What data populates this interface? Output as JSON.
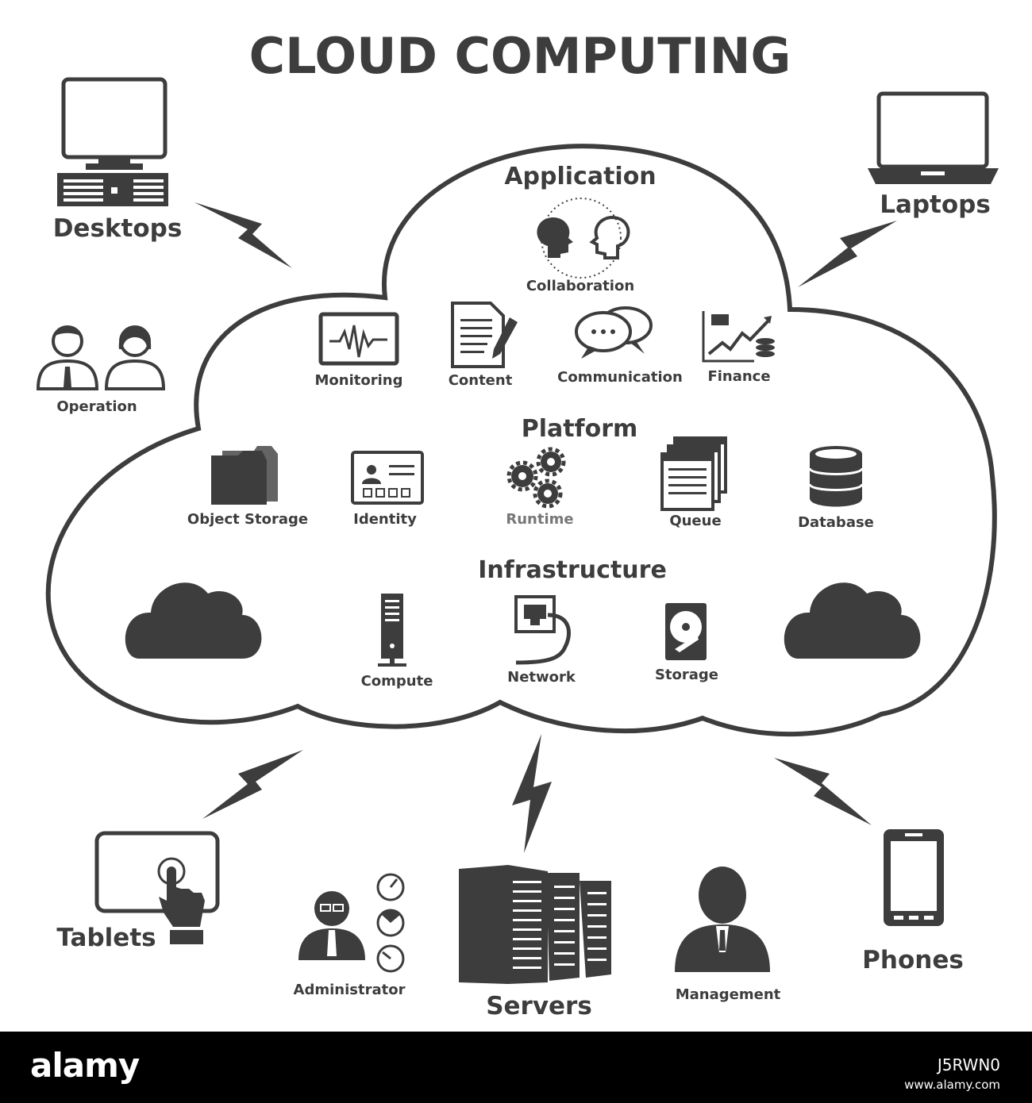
{
  "title": "CLOUD COMPUTING",
  "devices": {
    "desktops": "Desktops",
    "laptops": "Laptops",
    "tablets": "Tablets",
    "phones": "Phones",
    "servers": "Servers"
  },
  "people": {
    "operation": "Operation",
    "administrator": "Administrator",
    "management": "Management"
  },
  "cloud": {
    "application": {
      "heading": "Application",
      "items": [
        "Collaboration",
        "Monitoring",
        "Content",
        "Communication",
        "Finance"
      ]
    },
    "platform": {
      "heading": "Platform",
      "items": [
        "Object Storage",
        "Identity",
        "Runtime",
        "Queue",
        "Database"
      ]
    },
    "infrastructure": {
      "heading": "Infrastructure",
      "items": [
        "Compute",
        "Network",
        "Storage"
      ]
    }
  },
  "footer": {
    "logo": "alamy",
    "image_id": "J5RWN0",
    "url": "www.alamy.com"
  },
  "colors": {
    "ink": "#3d3d3d",
    "background": "#ffffff",
    "footer": "#000000"
  }
}
